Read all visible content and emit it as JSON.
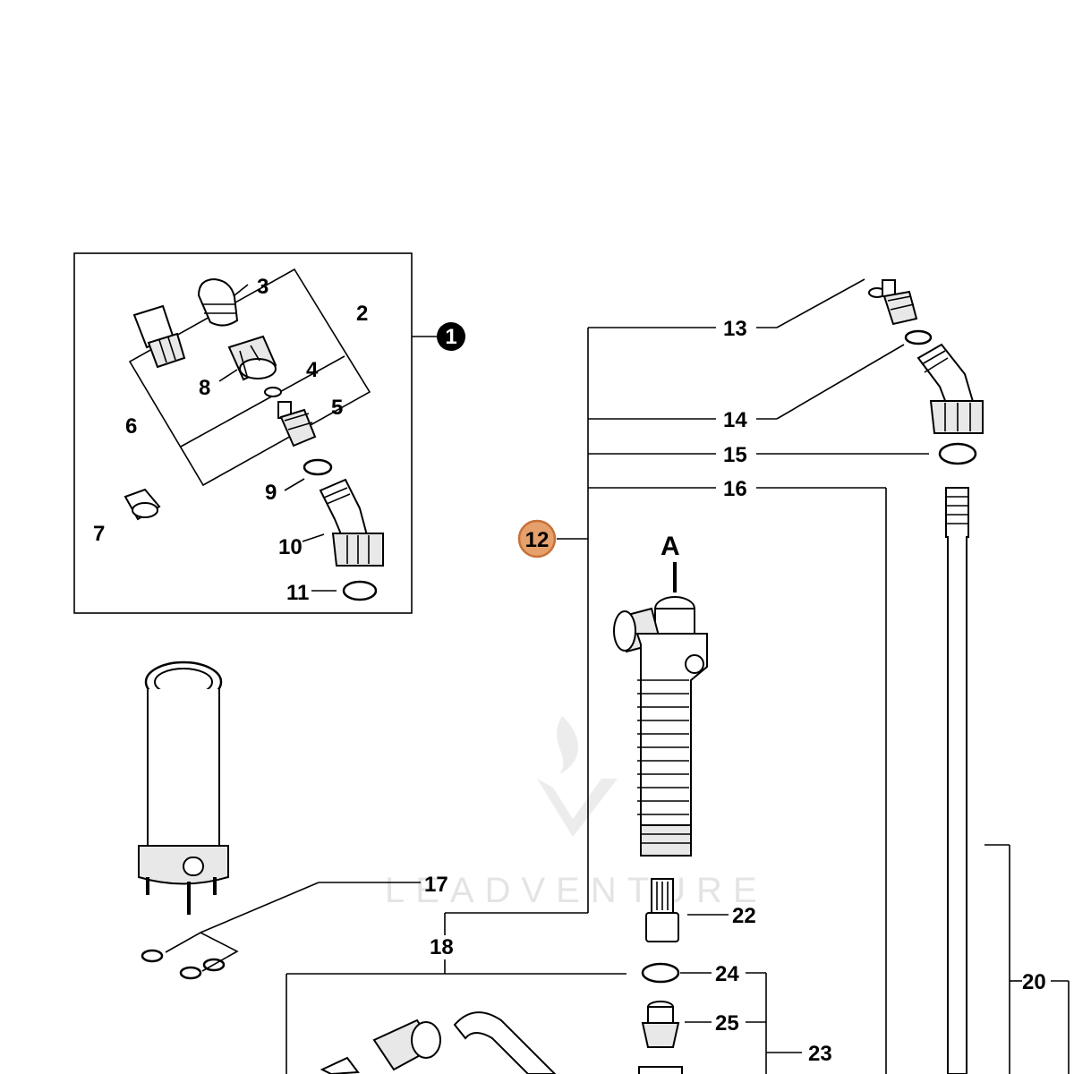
{
  "callouts": {
    "c1": "1",
    "c2": "2",
    "c3": "3",
    "c4": "4",
    "c5": "5",
    "c6": "6",
    "c7": "7",
    "c8": "8",
    "c9": "9",
    "c10": "10",
    "c11": "11",
    "c12": "12",
    "c13": "13",
    "c14": "14",
    "c15": "15",
    "c16": "16",
    "c17": "17",
    "c18": "18",
    "c20": "20",
    "c22": "22",
    "c23": "23",
    "c24": "24",
    "c25": "25",
    "cA": "A"
  },
  "watermark": "LEADVENTURE",
  "colors": {
    "highlight_fill": "#e6a06b",
    "highlight_stroke": "#c87137"
  }
}
